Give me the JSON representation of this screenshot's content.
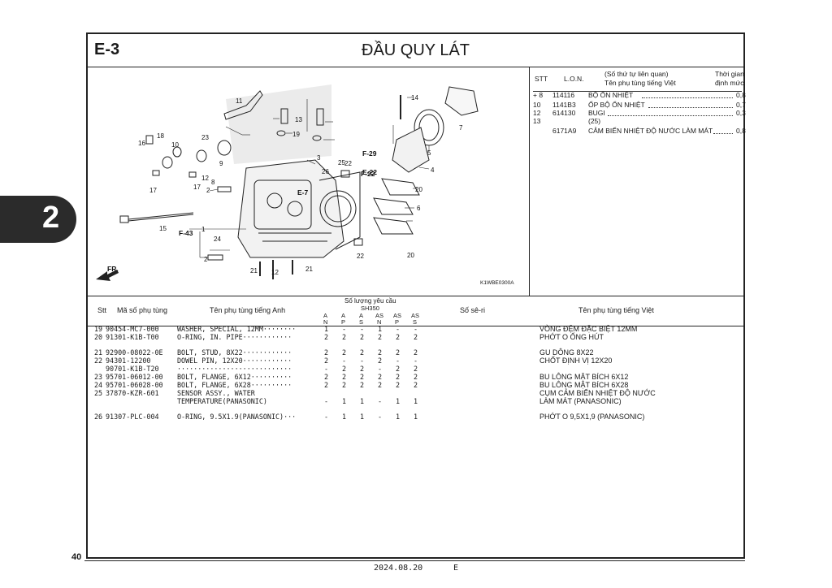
{
  "header": {
    "section_code": "E-3",
    "title": "ĐẦU QUY LÁT"
  },
  "side_tab": {
    "label": "2"
  },
  "diagram": {
    "image_code": "K1WBE0300A",
    "direction_label": "FR.",
    "refs": [
      "F-29",
      "F-22",
      "E-22",
      "E-7",
      "F-43"
    ],
    "callouts": [
      "1",
      "2",
      "2",
      "3",
      "4",
      "5",
      "6",
      "7",
      "8",
      "9",
      "10",
      "11",
      "12",
      "12",
      "13",
      "14",
      "15",
      "16",
      "17",
      "17",
      "18",
      "19",
      "20",
      "20",
      "21",
      "21",
      "22",
      "22",
      "23",
      "24",
      "25",
      "26"
    ]
  },
  "related": {
    "col_stt": "STT",
    "col_lon": "L.O.N.",
    "col_name_1": "(Số thứ tự liên quan)",
    "col_name_2": "Tên phụ tùng tiếng Việt",
    "col_time_1": "Thời gian",
    "col_time_2": "định mức",
    "rows": [
      {
        "stt": "+ 8",
        "lon": "114116",
        "name": "BỘ ỔN NHIỆT",
        "time": "0,8"
      },
      {
        "stt": "10",
        "lon": "1141B3",
        "name": "ỐP BỘ ỔN NHIỆT",
        "time": "0,7"
      },
      {
        "stt": "12",
        "lon": "614130",
        "name": "BUGI",
        "time": "0,3"
      },
      {
        "stt": "13",
        "lon": "",
        "name": "(25)",
        "time": ""
      },
      {
        "stt": "",
        "lon": "6171A9",
        "name": "CẢM BIẾN NHIỆT ĐỘ NƯỚC LÀM MÁT",
        "time": "0,8"
      }
    ]
  },
  "parts_header": {
    "stt": "Stt",
    "part_no": "Mã số phụ tùng",
    "name_en": "Tên phụ tùng tiếng Anh",
    "qty_title": "Số lượng yêu cầu",
    "model": "SH350",
    "variants": [
      {
        "top": "A",
        "bot": "N"
      },
      {
        "top": "A",
        "bot": "P"
      },
      {
        "top": "A",
        "bot": "S"
      },
      {
        "top": "AS",
        "bot": "N"
      },
      {
        "top": "AS",
        "bot": "P"
      },
      {
        "top": "AS",
        "bot": "S"
      }
    ],
    "serial": "Số sê-ri",
    "name_vn": "Tên phụ tùng tiếng Việt"
  },
  "parts": [
    {
      "no": "19",
      "part": "90454-MC7-000",
      "en": "WASHER, SPECIAL, 12MM········",
      "q": [
        "1",
        "-",
        "-",
        "1",
        "-",
        "-"
      ],
      "vn": "VÒNG ĐỆM ĐẶC BIỆT 12MM"
    },
    {
      "no": "20",
      "part": "91301-K1B-T00",
      "en": "O-RING, IN. PIPE············",
      "q": [
        "2",
        "2",
        "2",
        "2",
        "2",
        "2"
      ],
      "vn": "PHỚT O ỐNG HÚT"
    },
    {
      "no": "21",
      "part": "92900-08022-0E",
      "en": "BOLT, STUD, 8X22············",
      "q": [
        "2",
        "2",
        "2",
        "2",
        "2",
        "2"
      ],
      "vn": "GU DÔNG 8X22"
    },
    {
      "no": "22",
      "part": "94301-12200",
      "en": "DOWEL PIN, 12X20············",
      "q": [
        "2",
        "-",
        "-",
        "2",
        "-",
        "-"
      ],
      "vn": "CHỐT ĐỊNH VỊ 12X20"
    },
    {
      "no": "",
      "part": "90701-K1B-T20",
      "en": "  ····························",
      "q": [
        "-",
        "2",
        "2",
        "-",
        "2",
        "2"
      ],
      "vn": ""
    },
    {
      "no": "23",
      "part": "95701-06012-00",
      "en": "BOLT, FLANGE, 6X12··········",
      "q": [
        "2",
        "2",
        "2",
        "2",
        "2",
        "2"
      ],
      "vn": "BU LÔNG MẶT BÍCH 6X12"
    },
    {
      "no": "24",
      "part": "95701-06028-00",
      "en": "BOLT, FLANGE, 6X28··········",
      "q": [
        "2",
        "2",
        "2",
        "2",
        "2",
        "2"
      ],
      "vn": "BU LÔNG MẶT BÍCH 6X28"
    },
    {
      "no": "25",
      "part": "37870-KZR-601",
      "en": "SENSOR ASSY., WATER",
      "q": [
        "",
        "",
        "",
        "",
        "",
        ""
      ],
      "vn": "CỤM CẢM BIẾN NHIỆT ĐỘ NƯỚC"
    },
    {
      "no": "",
      "part": "",
      "en": "        TEMPERATURE(PANASONIC)",
      "q": [
        "-",
        "1",
        "1",
        "-",
        "1",
        "1"
      ],
      "vn": "           LÀM MÁT (PANASONIC)"
    },
    {
      "no": "26",
      "part": "91307-PLC-004",
      "en": "O-RING, 9.5X1.9(PANASONIC)···",
      "q": [
        "-",
        "1",
        "1",
        "-",
        "1",
        "1"
      ],
      "vn": "PHỚT O 9,5X1,9 (PANASONIC)"
    }
  ],
  "footer": {
    "page": "40",
    "date": "2024.08.20",
    "edition": "E"
  }
}
